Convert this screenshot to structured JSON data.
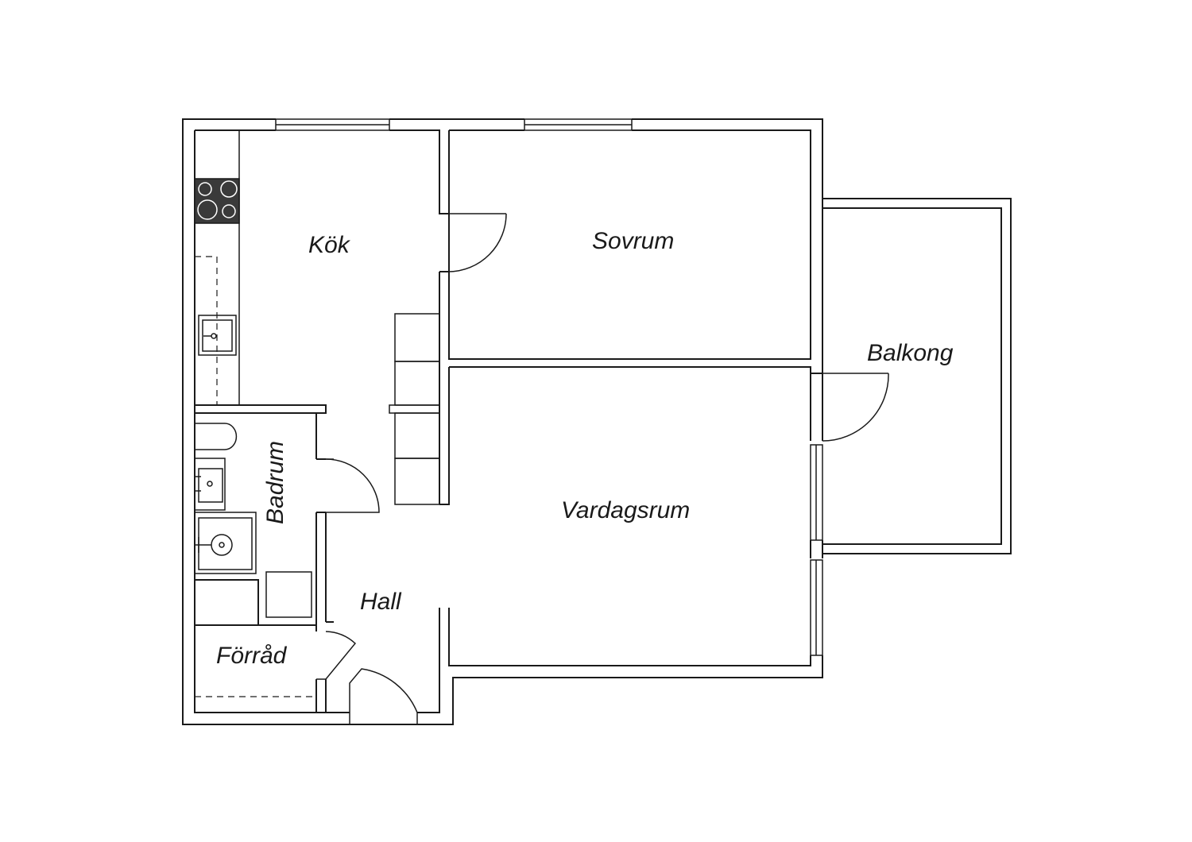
{
  "rooms": {
    "kitchen": "Kök",
    "bedroom": "Sovrum",
    "balcony": "Balkong",
    "bathroom": "Badrum",
    "living_room": "Vardagsrum",
    "hall": "Hall",
    "storage": "Förråd"
  },
  "colors": {
    "line": "#1a1a1a",
    "background": "#ffffff",
    "stove_top": "#3a3a3a"
  }
}
